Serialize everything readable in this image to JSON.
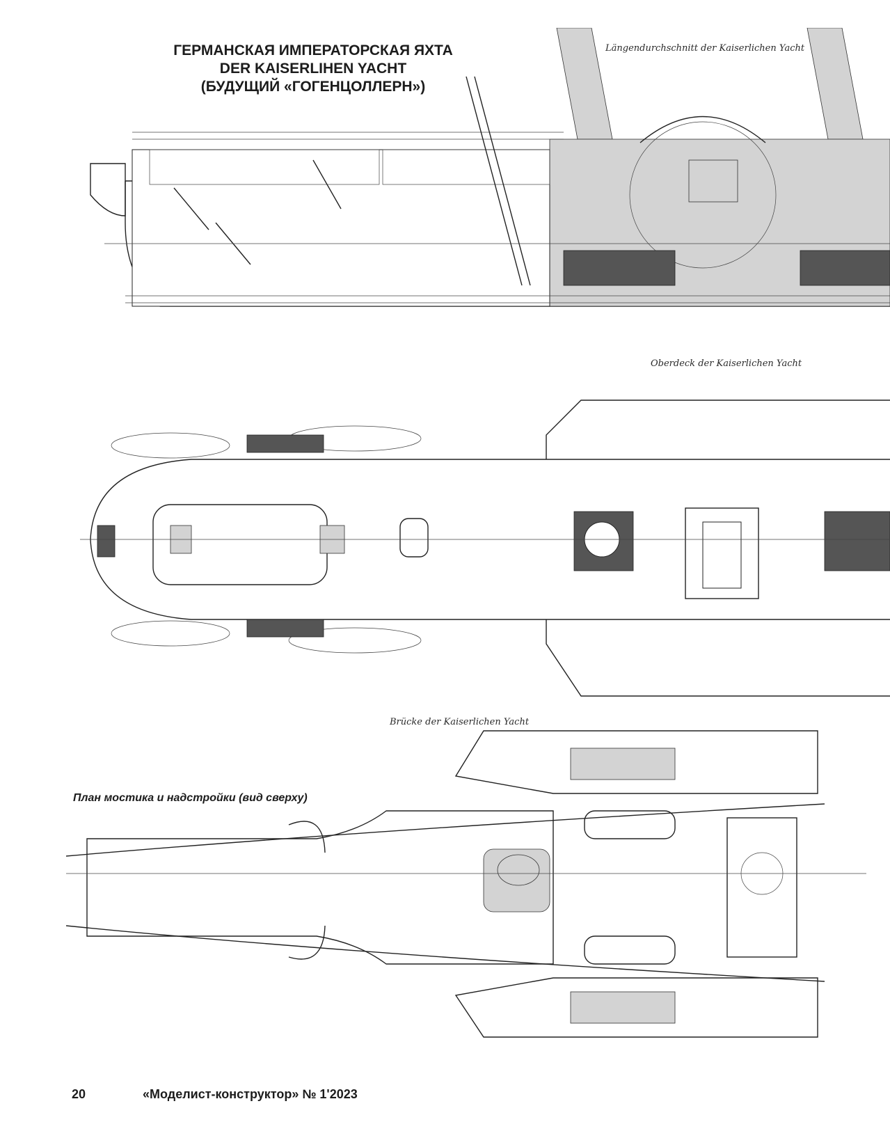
{
  "header": {
    "title_line1": "ГЕРМАНСКАЯ ИМПЕРАТОРСКАЯ ЯХТА",
    "title_line2": "DER KAISERLIHEN YACHT",
    "title_line3": "(БУДУЩИЙ «ГОГЕНЦОЛЛЕРН»)"
  },
  "drawings": {
    "section": {
      "label": "Längendurchschnitt der Kaiserlichen Yacht"
    },
    "upper_deck": {
      "label": "Oberdeck der Kaiserlichen Yacht"
    },
    "bridge": {
      "label": "Brücke der Kaiserlichen Yacht",
      "caption": "План мостика и надстройки (вид сверху)"
    }
  },
  "footer": {
    "page_number": "20",
    "magazine": "«Моделист-конструктор» № 1'2023"
  }
}
